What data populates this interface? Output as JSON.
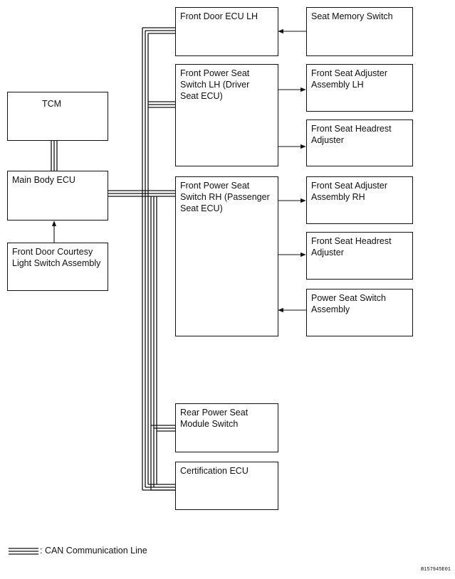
{
  "boxes": {
    "tcm": "TCM",
    "main_body_ecu": "Main Body ECU",
    "front_door_courtesy": "Front Door Courtesy\nLight Switch Assembly",
    "front_door_ecu_lh": "Front Door ECU LH",
    "seat_memory_switch": "Seat Memory Switch",
    "front_power_seat_lh": "Front Power Seat\nSwitch LH (Driver\nSeat ECU)",
    "front_seat_adjuster_lh": "Front Seat Adjuster\nAssembly LH",
    "front_seat_headrest_1": "Front Seat Headrest\nAdjuster",
    "front_power_seat_rh": "Front Power Seat\nSwitch RH (Passenger\nSeat ECU)",
    "front_seat_adjuster_rh": "Front Seat Adjuster\nAssembly RH",
    "front_seat_headrest_2": "Front Seat Headrest\nAdjuster",
    "power_seat_switch_assembly": "Power Seat Switch\nAssembly",
    "rear_power_seat": "Rear Power Seat\nModule Switch",
    "certification_ecu": "Certification ECU"
  },
  "legend": {
    "label": ": CAN Communication Line"
  },
  "figure_code": "B157945E01"
}
